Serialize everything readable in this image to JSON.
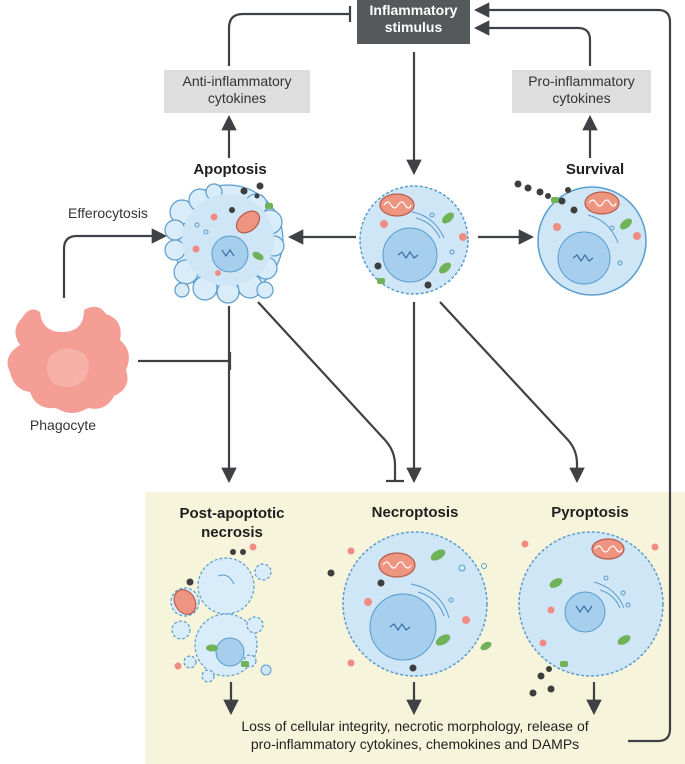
{
  "stimulus": {
    "line1": "Inflammatory",
    "line2": "stimulus"
  },
  "anti_cytokines": {
    "line1": "Anti-inflammatory",
    "line2": "cytokines"
  },
  "pro_cytokines": {
    "line1": "Pro-inflammatory",
    "line2": "cytokines"
  },
  "apoptosis": "Apoptosis",
  "survival": "Survival",
  "efferocytosis": "Efferocytosis",
  "phagocyte": "Phagocyte",
  "post_apoptotic": {
    "line1": "Post-apoptotic",
    "line2": "necrosis"
  },
  "necroptosis": "Necroptosis",
  "pyroptosis": "Pyroptosis",
  "outcome": {
    "line1": "Loss of cellular integrity, necrotic morphology, release of",
    "line2": "pro-inflammatory cytokines, chemokines and DAMPs"
  },
  "colors": {
    "panel": "#f6f5dc",
    "cell_fill": "#cfe6f6",
    "cell_stroke": "#5a9ccd",
    "nucleus": "#a5cfec",
    "arrow": "#3f4144",
    "stimulus_box": "#55595c",
    "cytokine_box": "#dedede",
    "phagocyte": "#f59e95",
    "mitochondria": "#ee9581",
    "green_organelle": "#6fb257",
    "red_dot": "#f08c84",
    "dark_dot": "#3e3e3e"
  }
}
